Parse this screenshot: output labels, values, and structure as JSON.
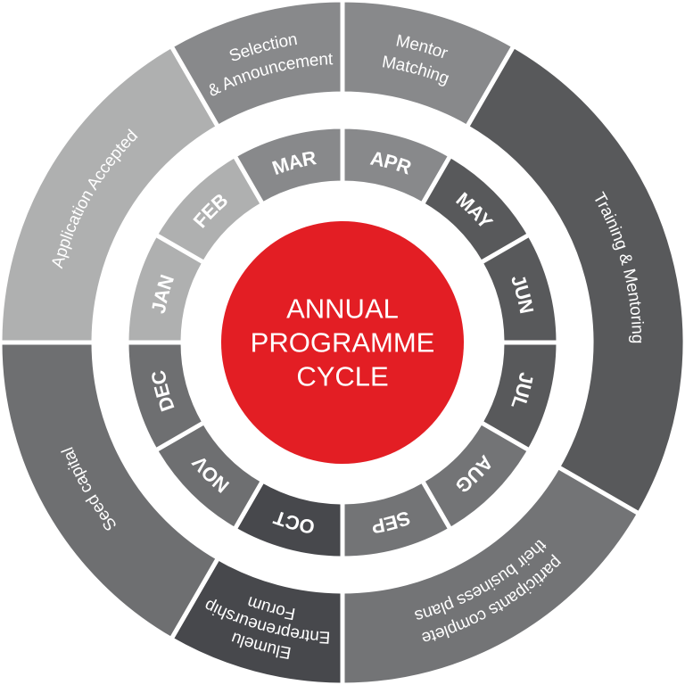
{
  "center": {
    "lines": [
      "ANNUAL",
      "PROGRAMME",
      "CYCLE"
    ],
    "color": "#e31e24"
  },
  "phases": [
    {
      "lines": [
        "Application Accepted"
      ],
      "months": [
        0,
        1
      ],
      "color": "#afb0b0"
    },
    {
      "lines": [
        "Selection",
        "& Announcement"
      ],
      "months": [
        2,
        2
      ],
      "color": "#88898b"
    },
    {
      "lines": [
        "Mentor",
        "Matching"
      ],
      "months": [
        3,
        3
      ],
      "color": "#88898b"
    },
    {
      "lines": [
        "Training & Mentoring"
      ],
      "months": [
        4,
        6
      ],
      "color": "#58595b"
    },
    {
      "lines": [
        "participants complete",
        "their business plans"
      ],
      "months": [
        7,
        8
      ],
      "color": "#737476"
    },
    {
      "lines": [
        "Elumelu",
        "Entrepreneurship",
        "Forum"
      ],
      "months": [
        9,
        9
      ],
      "color": "#47484c"
    },
    {
      "lines": [
        "Seed capital"
      ],
      "months": [
        10,
        11
      ],
      "color": "#6e6f71"
    }
  ],
  "months": [
    {
      "label": "JAN",
      "color": "#afb0b0"
    },
    {
      "label": "FEB",
      "color": "#afb0b0"
    },
    {
      "label": "MAR",
      "color": "#88898b"
    },
    {
      "label": "APR",
      "color": "#88898b"
    },
    {
      "label": "MAY",
      "color": "#58595b"
    },
    {
      "label": "JUN",
      "color": "#58595b"
    },
    {
      "label": "JUL",
      "color": "#58595b"
    },
    {
      "label": "AUG",
      "color": "#737476"
    },
    {
      "label": "SEP",
      "color": "#737476"
    },
    {
      "label": "OCT",
      "color": "#47484c"
    },
    {
      "label": "NOV",
      "color": "#6e6f71"
    },
    {
      "label": "DEC",
      "color": "#6e6f71"
    }
  ]
}
